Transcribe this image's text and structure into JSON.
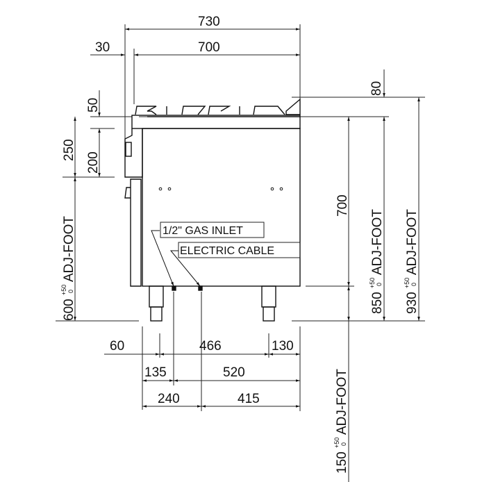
{
  "dimensions": {
    "overall_width": "730",
    "body_width": "700",
    "back_offset": "30",
    "top_upstand": "80",
    "burner_height": "50",
    "control_panel_height": "200",
    "panel_total": "250",
    "body_height": "700",
    "base_height": "600",
    "worktop_height": "850",
    "total_height": "930",
    "foot_height": "150",
    "foot_left": "60",
    "foot_span": "466",
    "foot_right": "130",
    "gas_offset": "135",
    "gas_to_back": "520",
    "cable_offset": "240",
    "cable_to_back": "415",
    "tolerance_plus": "+50",
    "tolerance_minus": "0",
    "adj_foot": "ADJ-FOOT"
  },
  "callouts": {
    "gas_inlet": "1/2\" GAS INLET",
    "electric_cable": "ELECTRIC CABLE"
  }
}
